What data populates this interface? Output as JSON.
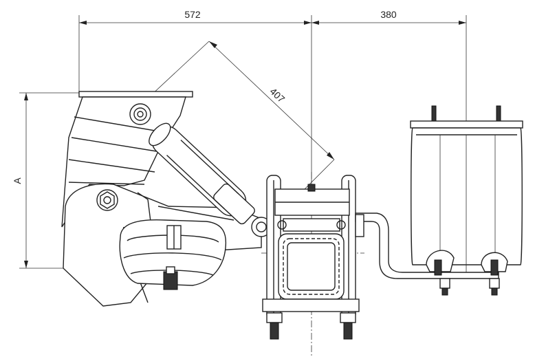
{
  "diagram": {
    "dimensions": {
      "top_left": "572",
      "top_right": "380",
      "diagonal": "407",
      "height": "A"
    }
  }
}
